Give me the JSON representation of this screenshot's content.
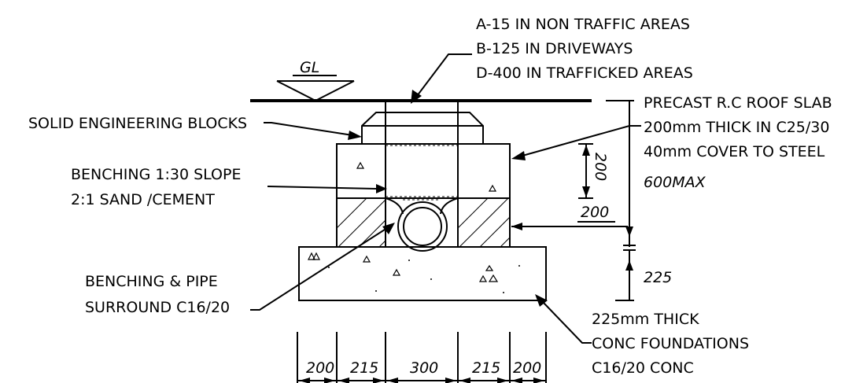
{
  "labels": {
    "cover_grade_a": "A-15 IN NON TRAFFIC AREAS",
    "cover_grade_b": "B-125 IN DRIVEWAYS",
    "cover_grade_d": "D-400 IN TRAFFICKED AREAS",
    "ground_level": "GL",
    "slab_1": "PRECAST R.C ROOF SLAB",
    "slab_2": "200mm THICK IN C25/30",
    "slab_3": "40mm COVER TO STEEL",
    "blocks": "SOLID ENGINEERING BLOCKS",
    "bench_slope_1": "BENCHING 1:30 SLOPE",
    "bench_slope_2": "2:1 SAND /CEMENT",
    "bench_pipe_1": "BENCHING & PIPE",
    "bench_pipe_2": "SURROUND C16/20",
    "foundation_1": "225mm THICK",
    "foundation_2": "CONC FOUNDATIONS",
    "foundation_3": "C16/20 CONC"
  },
  "dimensions": {
    "slab_height": "200",
    "max_height": "600MAX",
    "offset": "200",
    "foundation_thickness": "225",
    "bottom": [
      "200",
      "215",
      "300",
      "215",
      "200"
    ]
  }
}
